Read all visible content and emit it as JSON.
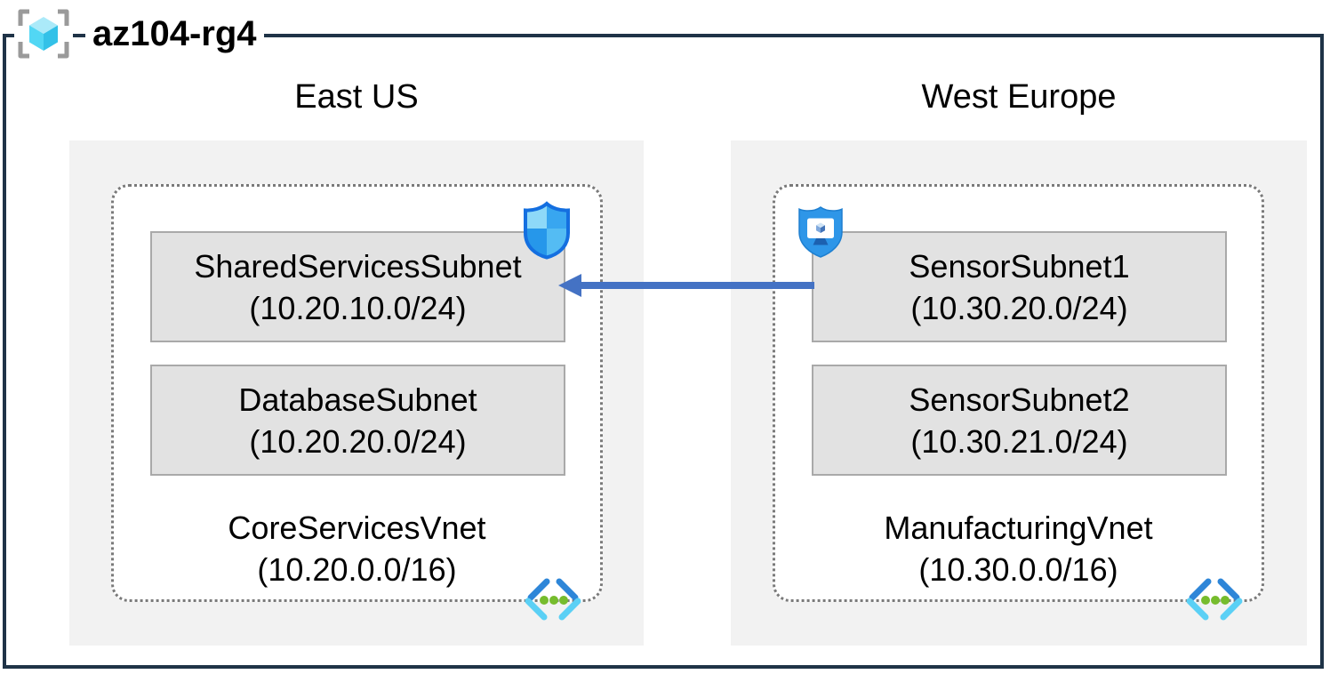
{
  "diagram": {
    "resource_group": "az104-rg4",
    "regions": [
      {
        "name": "East US",
        "vnet_name": "CoreServicesVnet",
        "vnet_cidr": "(10.20.0.0/16)",
        "subnets": [
          {
            "name": "SharedServicesSubnet",
            "cidr": "(10.20.10.0/24)",
            "badge": "network-security-group-shield"
          },
          {
            "name": "DatabaseSubnet",
            "cidr": "(10.20.20.0/24)",
            "badge": ""
          }
        ]
      },
      {
        "name": "West Europe",
        "vnet_name": "ManufacturingVnet",
        "vnet_cidr": "(10.30.0.0/16)",
        "subnets": [
          {
            "name": "SensorSubnet1",
            "cidr": "(10.30.20.0/24)",
            "badge": "application-security-group-shield"
          },
          {
            "name": "SensorSubnet2",
            "cidr": "(10.30.21.0/24)",
            "badge": ""
          }
        ]
      }
    ],
    "connection": {
      "type": "arrow",
      "from": "SensorSubnet1",
      "to": "SharedServicesSubnet",
      "color": "#4472C4"
    },
    "icons": {
      "resource_group": "resource-group-brackets-cube",
      "vnet_corner": "virtual-network-chevrons-dots"
    },
    "colors": {
      "frame_border": "#1F3347",
      "region_fill": "#F2F2F2",
      "subnet_fill": "#E2E2E2",
      "subnet_border": "#A9A9A9",
      "vnet_dotted_border": "#7A7A7A",
      "arrow": "#4472C4",
      "vnet_icon_green": "#76BC2D",
      "shield_blue": "#2E96E8"
    }
  }
}
